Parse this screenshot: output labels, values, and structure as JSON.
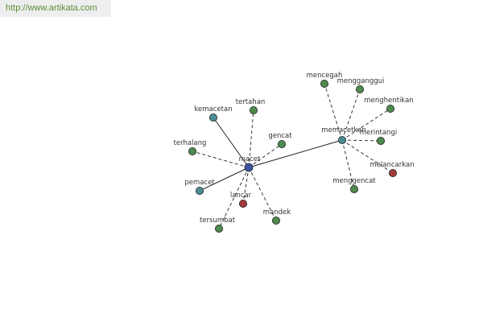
{
  "header": {
    "url": "http://www.artikata.com"
  },
  "colors": {
    "center_node": "#3b55a8",
    "hub_node": "#4a8c93",
    "synonym_node": "#4f8a4f",
    "antonym_node": "#a33a3a",
    "solid_edge": "#222222",
    "dashed_edge": "#222222"
  },
  "graph": {
    "nodes": [
      {
        "id": "macet",
        "label": "macet",
        "kind": "center"
      },
      {
        "id": "memacetkan",
        "label": "memacetkan",
        "kind": "hub"
      },
      {
        "id": "kemacetan",
        "label": "kemacetan",
        "kind": "hub"
      },
      {
        "id": "pemacet",
        "label": "pemacet",
        "kind": "hub"
      },
      {
        "id": "tertahan",
        "label": "tertahan",
        "kind": "synonym"
      },
      {
        "id": "gencat",
        "label": "gencat",
        "kind": "synonym"
      },
      {
        "id": "terhalang",
        "label": "terhalang",
        "kind": "synonym"
      },
      {
        "id": "lancar",
        "label": "lancar",
        "kind": "antonym"
      },
      {
        "id": "tersumbat",
        "label": "tersumbat",
        "kind": "synonym"
      },
      {
        "id": "mandek",
        "label": "mandek",
        "kind": "synonym"
      },
      {
        "id": "mencegah",
        "label": "mencegah",
        "kind": "synonym"
      },
      {
        "id": "mengganggui",
        "label": "mengganggui",
        "kind": "synonym"
      },
      {
        "id": "menghentikan",
        "label": "menghentikan",
        "kind": "synonym"
      },
      {
        "id": "merintangi",
        "label": "merintangi",
        "kind": "synonym"
      },
      {
        "id": "melancarkan",
        "label": "melancarkan",
        "kind": "antonym"
      },
      {
        "id": "menggencat",
        "label": "menggencat",
        "kind": "synonym"
      }
    ],
    "edges": [
      {
        "from": "macet",
        "to": "memacetkan",
        "style": "solid"
      },
      {
        "from": "macet",
        "to": "kemacetan",
        "style": "solid"
      },
      {
        "from": "macet",
        "to": "pemacet",
        "style": "solid"
      },
      {
        "from": "macet",
        "to": "tertahan",
        "style": "dashed"
      },
      {
        "from": "macet",
        "to": "gencat",
        "style": "dashed"
      },
      {
        "from": "macet",
        "to": "terhalang",
        "style": "dashed"
      },
      {
        "from": "macet",
        "to": "lancar",
        "style": "dashed"
      },
      {
        "from": "macet",
        "to": "tersumbat",
        "style": "dashed"
      },
      {
        "from": "macet",
        "to": "mandek",
        "style": "dashed"
      },
      {
        "from": "memacetkan",
        "to": "mencegah",
        "style": "dashed"
      },
      {
        "from": "memacetkan",
        "to": "mengganggui",
        "style": "dashed"
      },
      {
        "from": "memacetkan",
        "to": "menghentikan",
        "style": "dashed"
      },
      {
        "from": "memacetkan",
        "to": "merintangi",
        "style": "dashed"
      },
      {
        "from": "memacetkan",
        "to": "melancarkan",
        "style": "dashed"
      },
      {
        "from": "memacetkan",
        "to": "menggencat",
        "style": "dashed"
      }
    ]
  }
}
